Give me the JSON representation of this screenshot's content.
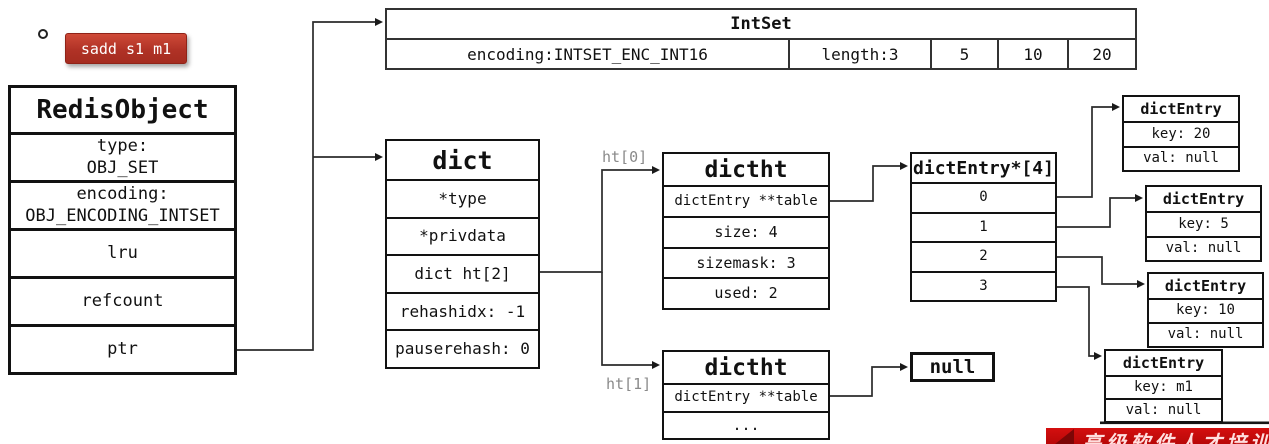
{
  "command_badge": {
    "label": "sadd s1 m1"
  },
  "redis_object": {
    "title": "RedisObject",
    "rows": [
      "type:\nOBJ_SET",
      "encoding:\nOBJ_ENCODING_INTSET",
      "lru",
      "refcount",
      "ptr"
    ]
  },
  "intset": {
    "title": "IntSet",
    "cells": [
      "encoding:INTSET_ENC_INT16",
      "length:3",
      "5",
      "10",
      "20"
    ]
  },
  "dict": {
    "title": "dict",
    "rows": [
      "*type",
      "*privdata",
      "dict ht[2]",
      "rehashidx: -1",
      "pauserehash: 0"
    ]
  },
  "ht_labels": {
    "ht0": "ht[0]",
    "ht1": "ht[1]"
  },
  "dictht0": {
    "title": "dictht",
    "rows": [
      "dictEntry **table",
      "size: 4",
      "sizemask: 3",
      "used: 2"
    ]
  },
  "dictht1": {
    "title": "dictht",
    "rows": [
      "dictEntry **table",
      "..."
    ]
  },
  "null_box": {
    "label": "null"
  },
  "entry_array": {
    "title": "dictEntry*[4]",
    "slots": [
      "0",
      "1",
      "2",
      "3"
    ]
  },
  "entries": [
    {
      "title": "dictEntry",
      "key": "key: 20",
      "val": "val: null"
    },
    {
      "title": "dictEntry",
      "key": "key: 5",
      "val": "val: null"
    },
    {
      "title": "dictEntry",
      "key": "key: 10",
      "val": "val: null"
    },
    {
      "title": "dictEntry",
      "key": "key: m1",
      "val": "val: null"
    }
  ],
  "watermark": {
    "text": "高级软件人才培训"
  },
  "colors": {
    "badge_red": "#b03226",
    "ribbon_red": "#c40808",
    "line_color": "#2b2b2b",
    "pointer_label_gray": "#8a8a8a"
  }
}
